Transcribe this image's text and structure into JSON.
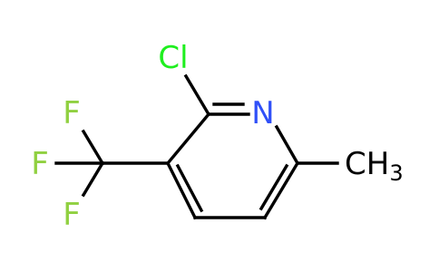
{
  "molecule": {
    "atoms": {
      "cl": "Cl",
      "n": "N",
      "f_top": "F",
      "f_left": "F",
      "f_bottom": "F",
      "methyl_c": "C",
      "methyl_h": "H",
      "methyl_count": "3"
    },
    "colors": {
      "bond": "#000000",
      "chlorine": "#1fef1f",
      "nitrogen": "#3050f8",
      "fluorine": "#90d040",
      "carbon": "#000000"
    }
  }
}
